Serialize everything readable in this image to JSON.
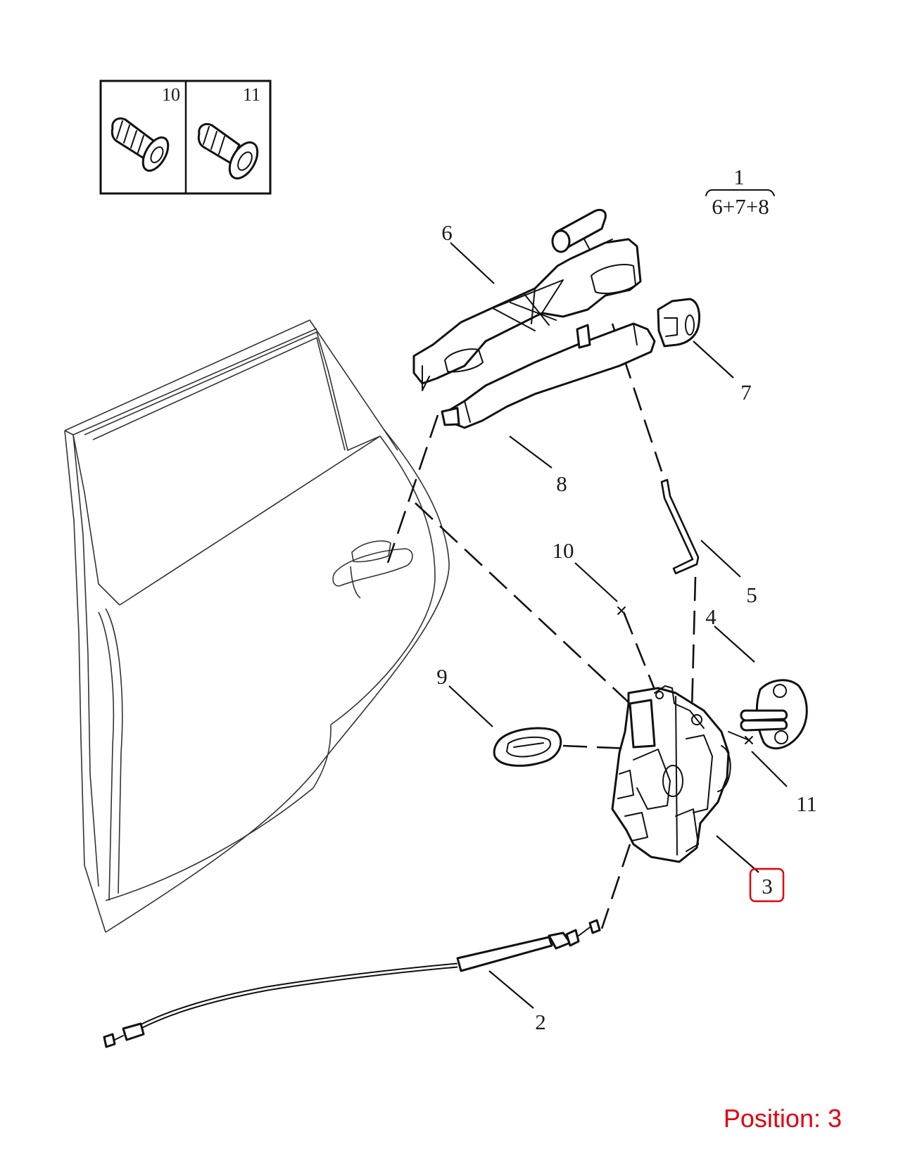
{
  "colors": {
    "line": "#111111",
    "highlight": "#e3000f",
    "position_text": "#e3000f"
  },
  "inset": {
    "labels": [
      "10",
      "11"
    ]
  },
  "assembly": {
    "number": "1",
    "composition": "6+7+8"
  },
  "callouts": {
    "c2": "2",
    "c3": "3",
    "c4": "4",
    "c5": "5",
    "c6": "6",
    "c7": "7",
    "c8": "8",
    "c9": "9",
    "c10": "10",
    "c11": "11"
  },
  "highlighted_callout": "3",
  "position_label": "Position: 3"
}
